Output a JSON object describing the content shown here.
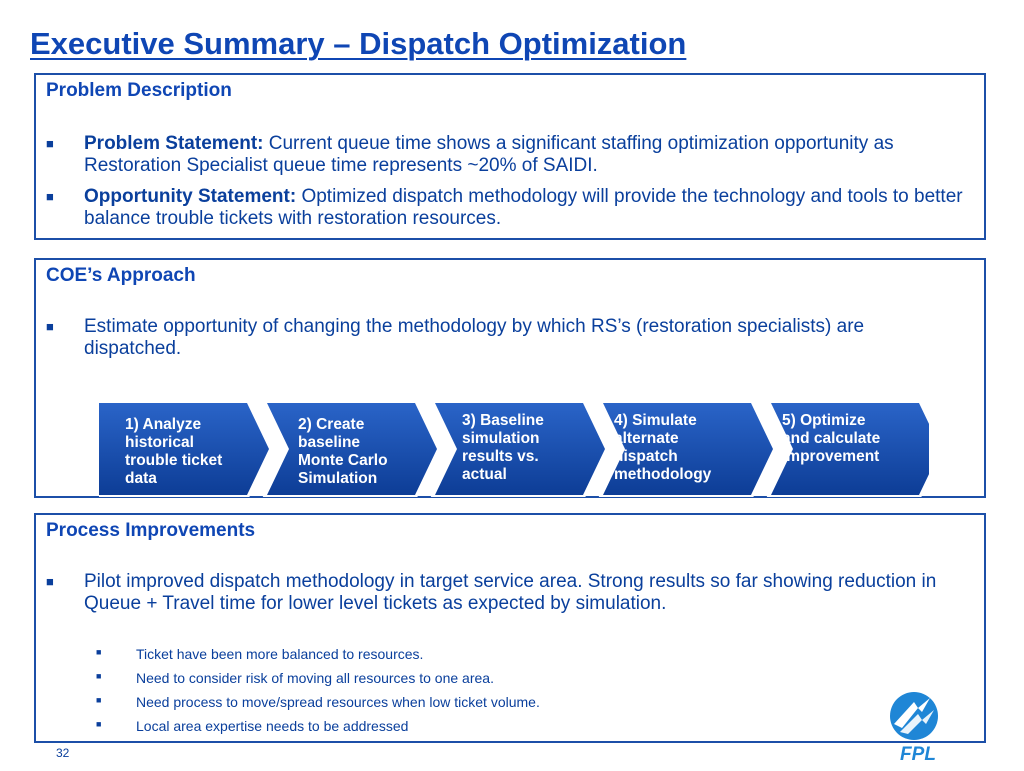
{
  "title": "Executive Summary – Dispatch Optimization",
  "problem": {
    "heading": "Problem Description",
    "bullets": [
      {
        "label": "Problem Statement:",
        "text": " Current queue time shows a significant staffing optimization opportunity as Restoration Specialist queue time represents ~20% of SAIDI."
      },
      {
        "label": "Opportunity Statement:",
        "text": " Optimized dispatch methodology will provide the technology and tools to better balance trouble tickets with restoration resources."
      }
    ]
  },
  "approach": {
    "heading": "COE’s Approach",
    "bullet": "Estimate opportunity of changing the methodology by which RS’s (restoration specialists) are dispatched.",
    "steps": [
      "1) Analyze\nhistorical\ntrouble ticket\ndata",
      "2) Create\nbaseline\nMonte Carlo\nSimulation",
      "3) Baseline\nsimulation\nresults vs.\nactual",
      "4) Simulate\nalternate\ndispatch\nmethodology",
      "5) Optimize\nand calculate\nimprovement"
    ]
  },
  "improvements": {
    "heading": "Process Improvements",
    "bullet": "Pilot improved dispatch methodology in target service area. Strong results so far showing reduction in Queue + Travel time for lower level tickets as expected by simulation.",
    "sub_bullets": [
      "Ticket have been more balanced to resources.",
      "Need to consider risk of moving all resources to one area.",
      "Need process to move/spread resources when low ticket volume.",
      "Local area expertise needs to be addressed"
    ]
  },
  "page_number": "32",
  "logo_text": "FPL",
  "colors": {
    "primary": "#0f46b4",
    "chevron": "#1a4fb0",
    "border": "#1c4fa8"
  }
}
